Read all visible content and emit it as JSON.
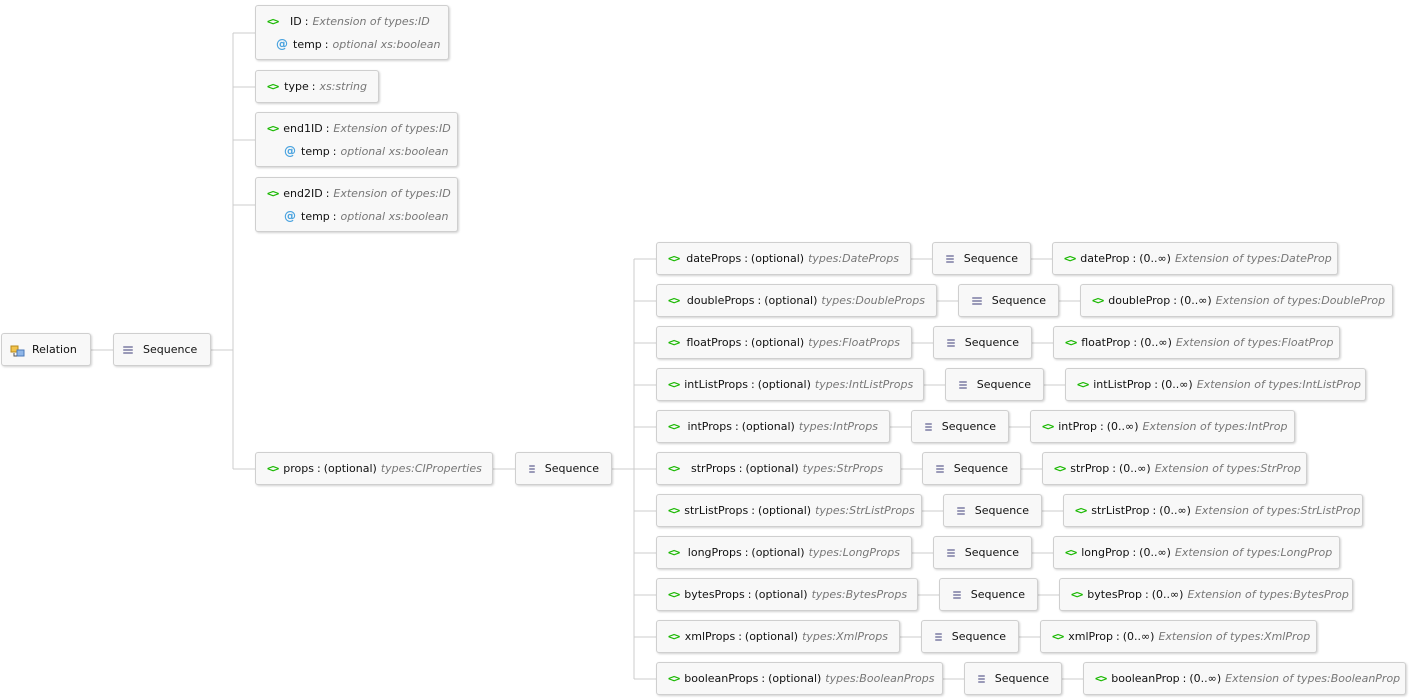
{
  "root": {
    "name": "Relation",
    "icon": "relation-icon"
  },
  "root_sequence": {
    "label": "Sequence",
    "icon": "sequence-icon"
  },
  "colors": {
    "element_icon": "#19b800",
    "attribute_icon": "#4aa3df",
    "type_text": "#777777",
    "connector": "#cccccc"
  },
  "simple_children": [
    {
      "name": "ID",
      "sep": ":",
      "type": "Extension of types:ID",
      "attribute": {
        "symbol": "@",
        "name": "temp",
        "sep": ":",
        "type": "optional xs:boolean"
      }
    },
    {
      "name": "type",
      "sep": ":",
      "type": "xs:string"
    },
    {
      "name": "end1ID",
      "sep": ":",
      "type": "Extension of types:ID",
      "attribute": {
        "symbol": "@",
        "name": "temp",
        "sep": ":",
        "type": "optional xs:boolean"
      }
    },
    {
      "name": "end2ID",
      "sep": ":",
      "type": "Extension of types:ID",
      "attribute": {
        "symbol": "@",
        "name": "temp",
        "sep": ":",
        "type": "optional xs:boolean"
      }
    }
  ],
  "props": {
    "name": "props",
    "sep": ":",
    "multiplicity": "(optional)",
    "type": "types:CIProperties"
  },
  "props_sequence": {
    "label": "Sequence"
  },
  "element_symbol": "<>",
  "prop_groups": [
    {
      "name": "dateProps",
      "multiplicity": "(optional)",
      "type": "types:DateProps",
      "seq": "Sequence",
      "child_name": "dateProp",
      "child_multiplicity": "(0..∞)",
      "child_type": "Extension of types:DateProp"
    },
    {
      "name": "doubleProps",
      "multiplicity": "(optional)",
      "type": "types:DoubleProps",
      "seq": "Sequence",
      "child_name": "doubleProp",
      "child_multiplicity": "(0..∞)",
      "child_type": "Extension of types:DoubleProp"
    },
    {
      "name": "floatProps",
      "multiplicity": "(optional)",
      "type": "types:FloatProps",
      "seq": "Sequence",
      "child_name": "floatProp",
      "child_multiplicity": "(0..∞)",
      "child_type": "Extension of types:FloatProp"
    },
    {
      "name": "intListProps",
      "multiplicity": "(optional)",
      "type": "types:IntListProps",
      "seq": "Sequence",
      "child_name": "intListProp",
      "child_multiplicity": "(0..∞)",
      "child_type": "Extension of types:IntListProp"
    },
    {
      "name": "intProps",
      "multiplicity": "(optional)",
      "type": "types:IntProps",
      "seq": "Sequence",
      "child_name": "intProp",
      "child_multiplicity": "(0..∞)",
      "child_type": "Extension of types:IntProp"
    },
    {
      "name": "strProps",
      "multiplicity": "(optional)",
      "type": "types:StrProps",
      "seq": "Sequence",
      "child_name": "strProp",
      "child_multiplicity": "(0..∞)",
      "child_type": "Extension of types:StrProp"
    },
    {
      "name": "strListProps",
      "multiplicity": "(optional)",
      "type": "types:StrListProps",
      "seq": "Sequence",
      "child_name": "strListProp",
      "child_multiplicity": "(0..∞)",
      "child_type": "Extension of types:StrListProp"
    },
    {
      "name": "longProps",
      "multiplicity": "(optional)",
      "type": "types:LongProps",
      "seq": "Sequence",
      "child_name": "longProp",
      "child_multiplicity": "(0..∞)",
      "child_type": "Extension of types:LongProp"
    },
    {
      "name": "bytesProps",
      "multiplicity": "(optional)",
      "type": "types:BytesProps",
      "seq": "Sequence",
      "child_name": "bytesProp",
      "child_multiplicity": "(0..∞)",
      "child_type": "Extension of types:BytesProp"
    },
    {
      "name": "xmlProps",
      "multiplicity": "(optional)",
      "type": "types:XmlProps",
      "seq": "Sequence",
      "child_name": "xmlProp",
      "child_multiplicity": "(0..∞)",
      "child_type": "Extension of types:XmlProp"
    },
    {
      "name": "booleanProps",
      "multiplicity": "(optional)",
      "type": "types:BooleanProps",
      "seq": "Sequence",
      "child_name": "booleanProp",
      "child_multiplicity": "(0..∞)",
      "child_type": "Extension of types:BooleanProp"
    }
  ]
}
